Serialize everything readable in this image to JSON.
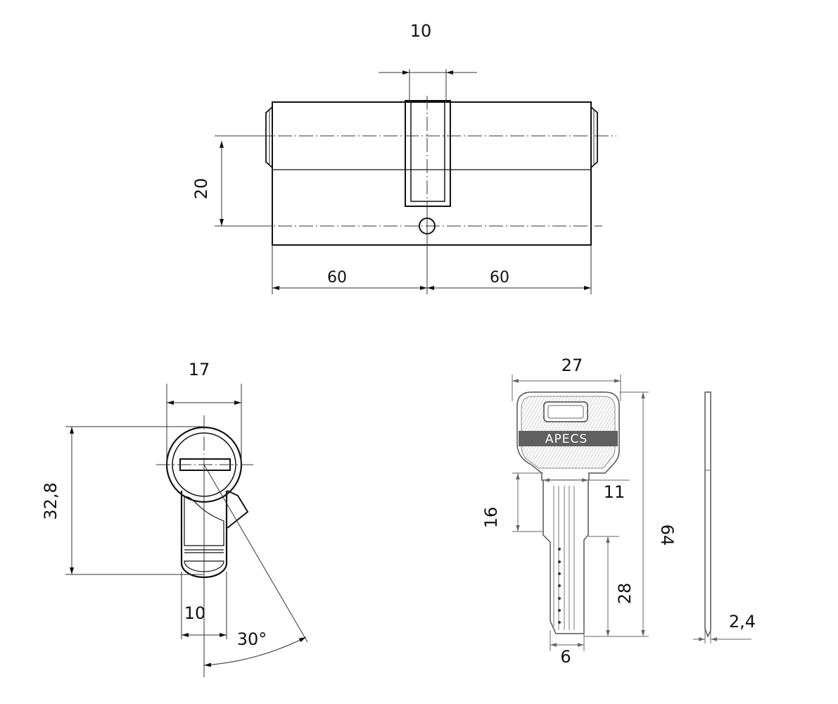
{
  "dimensions": {
    "slot_width": "10",
    "center_height": "20",
    "left_length": "60",
    "right_length": "60",
    "cam_width": "17",
    "profile_height": "32,8",
    "cam_base_width": "10",
    "cam_angle": "30°",
    "key_head_width": "27",
    "key_total_length": "64",
    "key_shoulder_width": "11",
    "key_shoulder_height": "16",
    "key_blade_length": "28",
    "key_blade_width": "6",
    "key_thickness": "2,4"
  },
  "key": {
    "brand": "APECS"
  }
}
